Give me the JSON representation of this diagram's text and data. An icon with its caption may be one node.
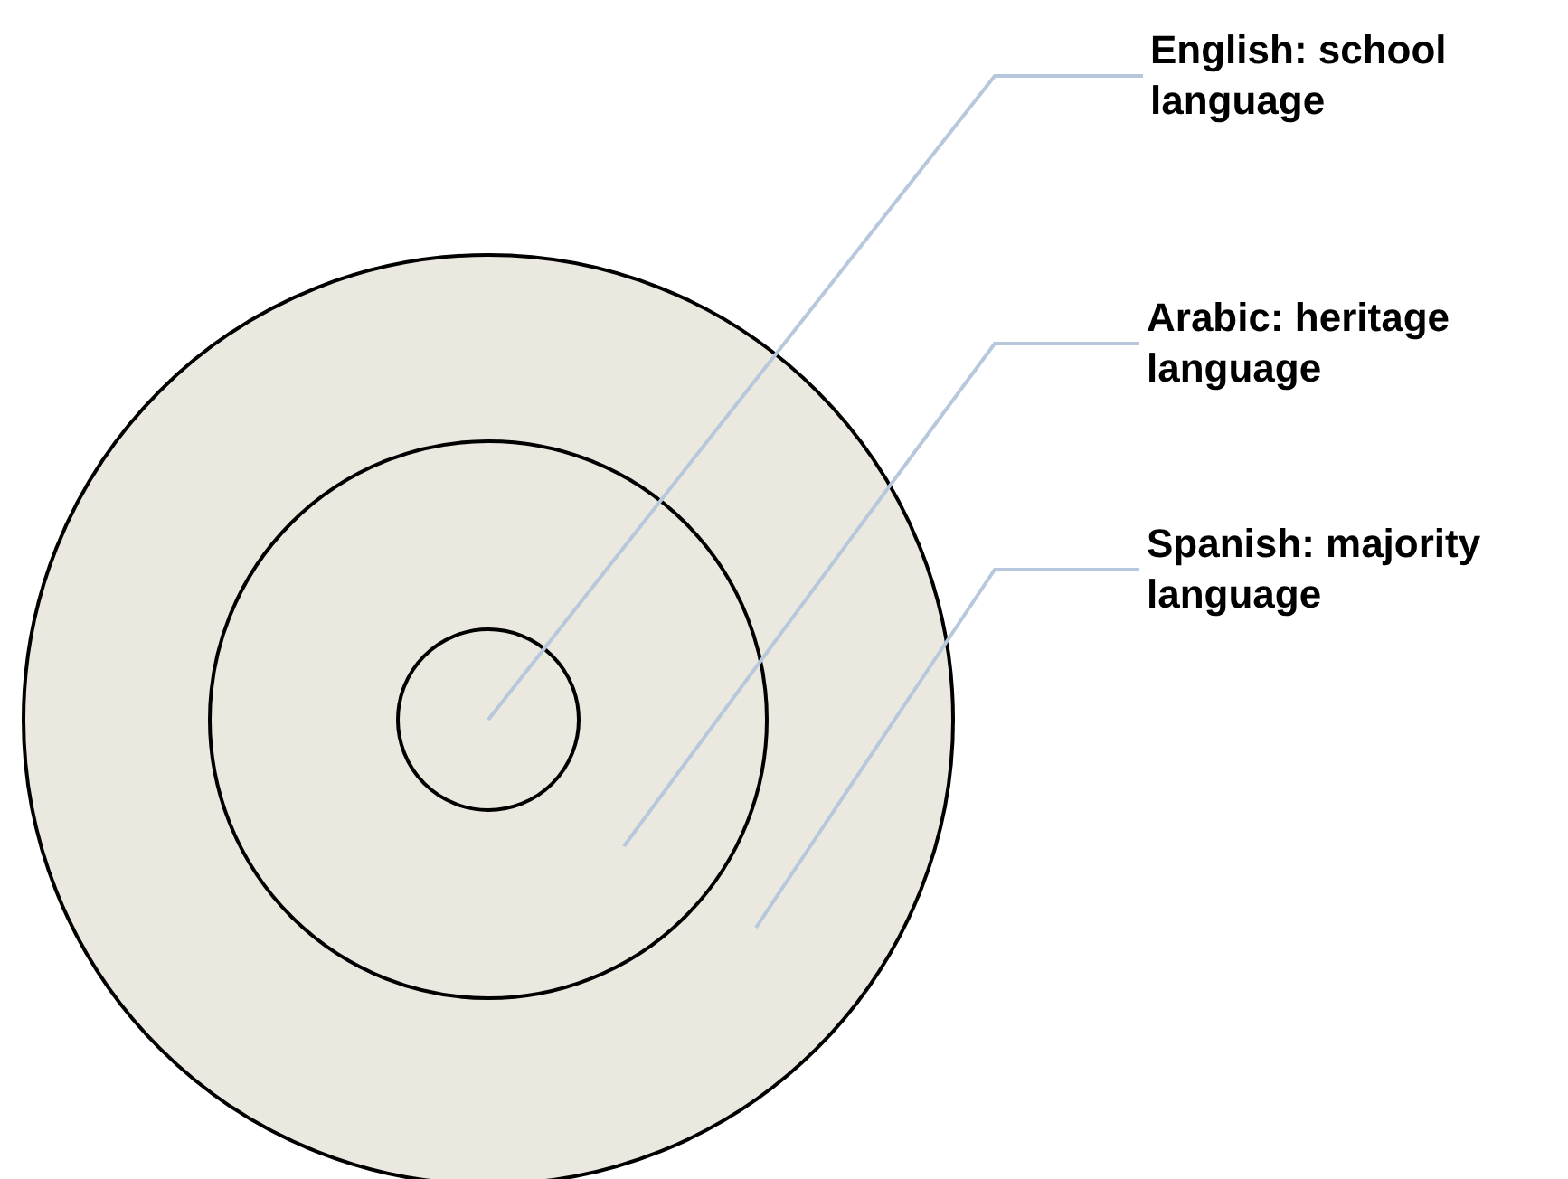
{
  "diagram": {
    "nodes": [
      {
        "text": [
          "English: school language"
        ]
      },
      {
        "text": [
          "Arabic: heritage language"
        ]
      },
      {
        "text": [
          "Spanish: majority language"
        ]
      },
      {
        "text": [],
        "shape": "circle"
      },
      {
        "text": [],
        "shape": "circle",
        "in": 3
      },
      {
        "text": [],
        "shape": "circle",
        "in": 4
      }
    ],
    "edges": [
      {
        "from": 0,
        "to": 5,
        "arrow": "none"
      },
      {
        "from": 1,
        "to": 4,
        "arrow": "none"
      },
      {
        "from": 2,
        "to": 3,
        "arrow": "none"
      }
    ]
  }
}
